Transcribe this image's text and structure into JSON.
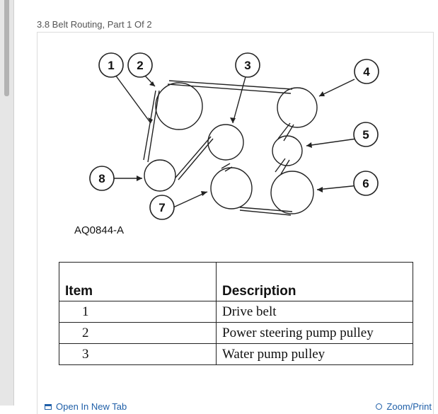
{
  "section": {
    "caption": "3.8 Belt Routing, Part 1 Of 2"
  },
  "diagram": {
    "figure_id": "AQ0844-A",
    "callouts": [
      "1",
      "2",
      "3",
      "4",
      "5",
      "6",
      "7",
      "8"
    ]
  },
  "table": {
    "headers": {
      "item": "Item",
      "description": "Description"
    },
    "rows": [
      {
        "item": "1",
        "description": "Drive belt"
      },
      {
        "item": "2",
        "description": "Power steering pump pulley"
      },
      {
        "item": "3",
        "description": "Water pump pulley"
      }
    ]
  },
  "footer": {
    "open_label": "Open In New Tab",
    "zoom_label": "Zoom/Print"
  }
}
